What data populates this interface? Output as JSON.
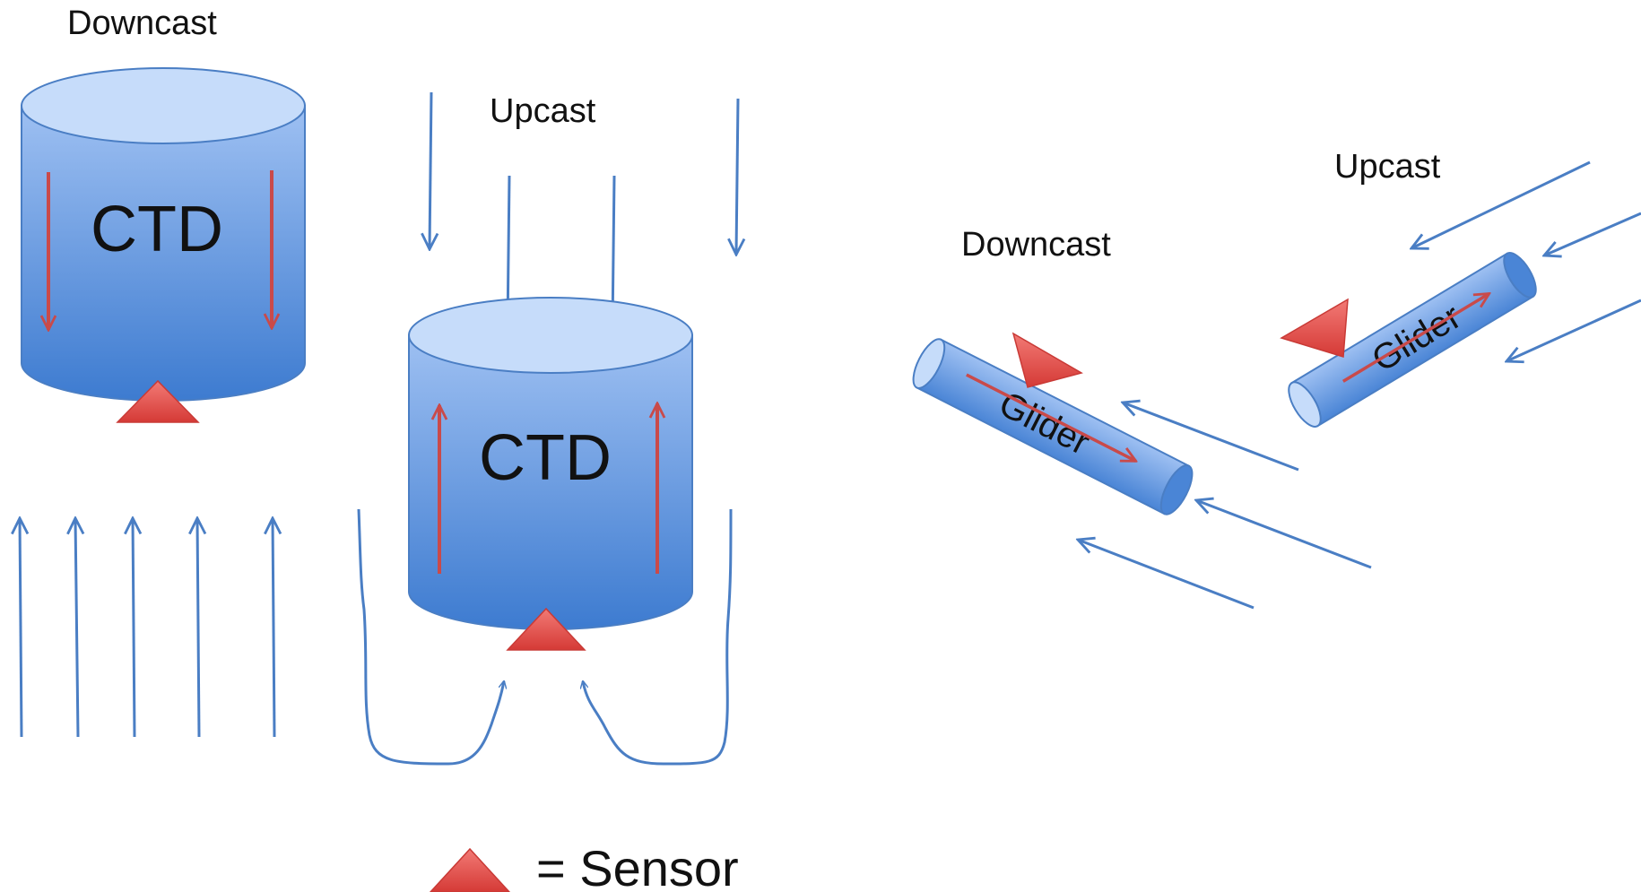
{
  "labels": {
    "ctd_downcast": "Downcast",
    "ctd_upcast": "Upcast",
    "glider_downcast": "Downcast",
    "glider_upcast": "Upcast"
  },
  "ctd_left": {
    "label": "CTD"
  },
  "ctd_right": {
    "label": "CTD"
  },
  "glider_left": {
    "label": "Glider"
  },
  "glider_right": {
    "label": "Glider"
  },
  "legend": {
    "text": "= Sensor"
  },
  "colors": {
    "flow": "#4a7ec4",
    "motion": "#c94a4a",
    "sensor": "#e0403f",
    "body_top": "#8fb4ee",
    "body_bottom": "#3d7bd0",
    "cap": "#c6dcfa"
  }
}
